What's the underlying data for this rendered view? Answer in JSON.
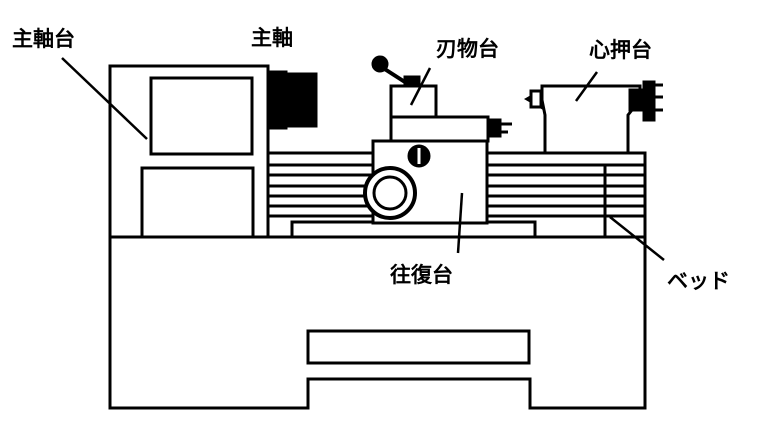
{
  "diagram": {
    "labels": {
      "headstock": "主軸台",
      "spindle": "主軸",
      "tool_post": "刃物台",
      "tailstock": "心押台",
      "carriage": "往復台",
      "bed": "ベッド"
    },
    "colors": {
      "stroke": "#000000",
      "fill": "#ffffff"
    }
  }
}
